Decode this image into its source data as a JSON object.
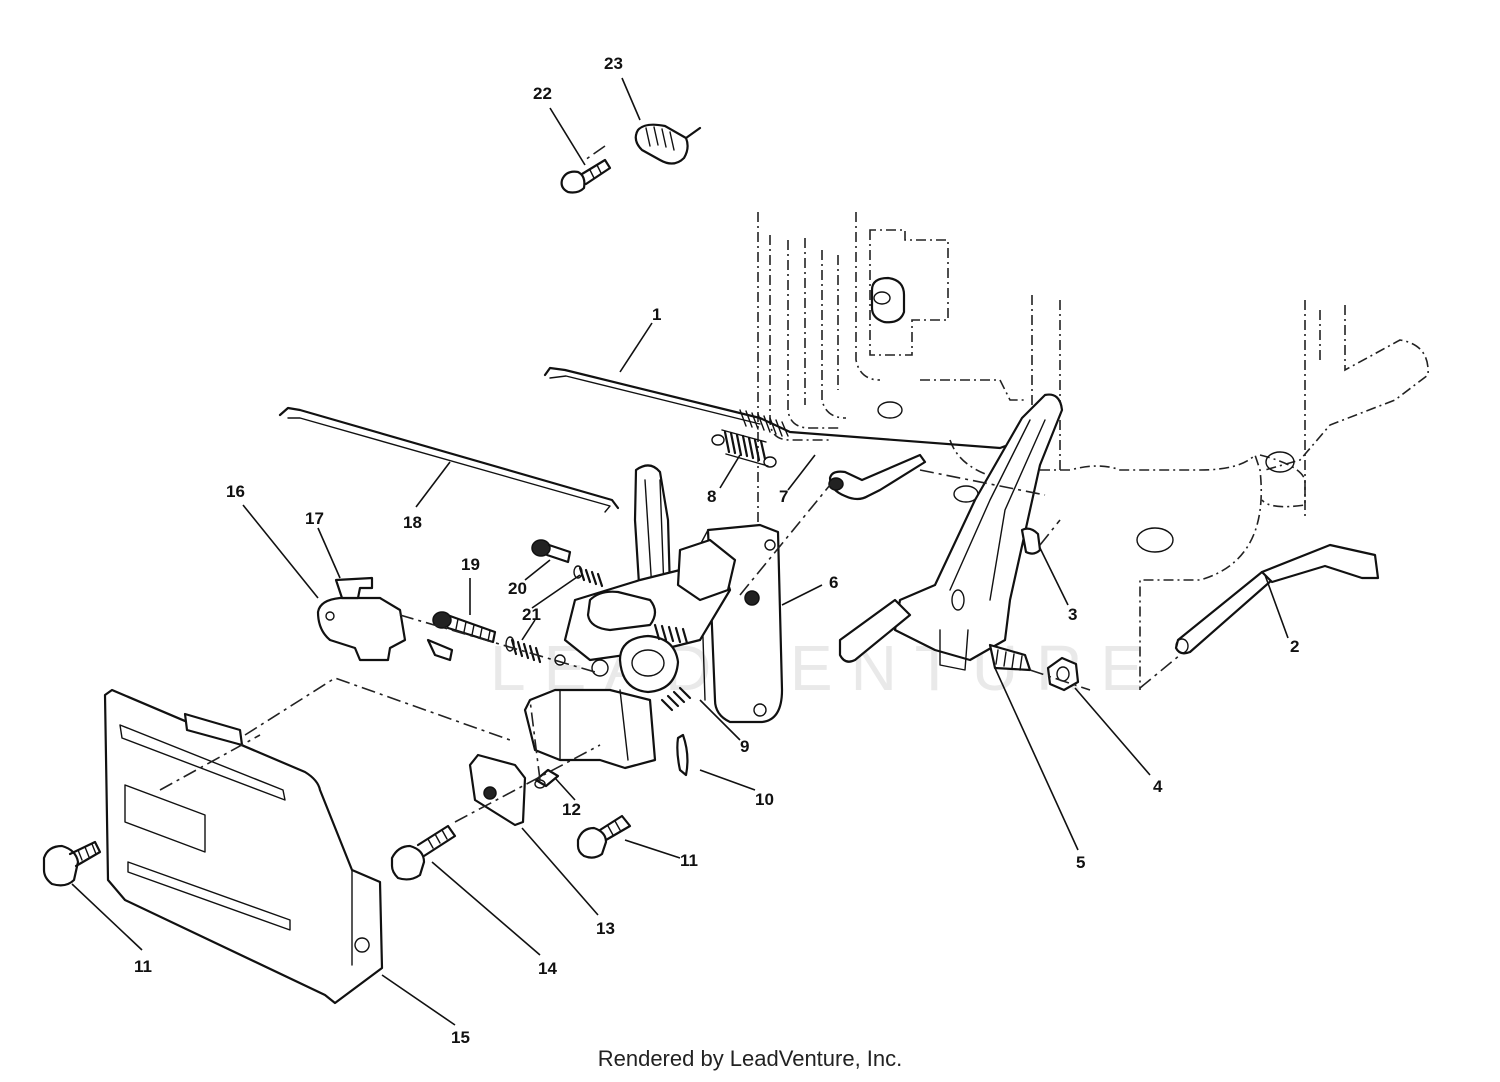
{
  "watermark": "LEADVENTURE",
  "footer": {
    "credit": "Rendered by LeadVenture, Inc."
  },
  "callouts": [
    "1",
    "2",
    "3",
    "4",
    "5",
    "6",
    "7",
    "8",
    "9",
    "10",
    "11",
    "11",
    "12",
    "13",
    "14",
    "15",
    "16",
    "17",
    "18",
    "19",
    "20",
    "21",
    "22",
    "23"
  ]
}
